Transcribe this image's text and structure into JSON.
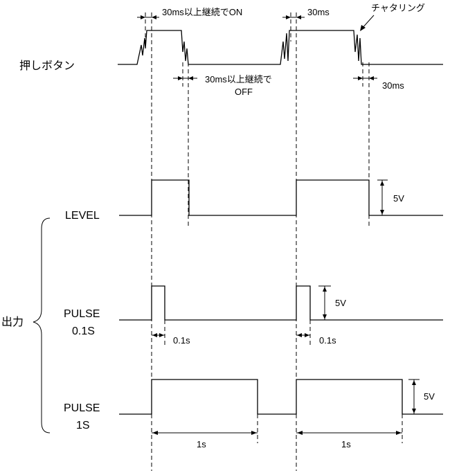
{
  "labels": {
    "button": "押しボタン",
    "level": "LEVEL",
    "pulse01_line1": "PULSE",
    "pulse01_line2": "0.1S",
    "pulse1_line1": "PULSE",
    "pulse1_line2": "1S",
    "output": "出力"
  },
  "annotations": {
    "on_delay": "30ms以上継続でON",
    "on_delay2": "30ms",
    "chatter": "チャタリング",
    "off_delay_line1": "30ms以上継続で",
    "off_delay_line2": "OFF",
    "off_delay2": "30ms",
    "level_voltage": "5V",
    "pulse01_voltage": "5V",
    "pulse01_width_a": "0.1s",
    "pulse01_width_b": "0.1s",
    "pulse1_voltage": "5V",
    "pulse1_width_a": "1s",
    "pulse1_width_b": "1s"
  }
}
